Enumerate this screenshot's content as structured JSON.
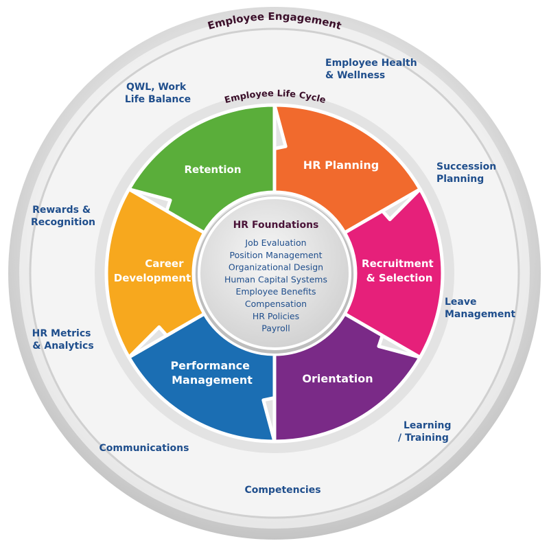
{
  "outer_ring": {
    "title": "Employee Engagement"
  },
  "inner_ring": {
    "title": "Employee Life Cycle"
  },
  "outer_labels": {
    "health": [
      "Employee Health",
      "& Wellness"
    ],
    "qwl": [
      "QWL, Work",
      "Life Balance"
    ],
    "succession": [
      "Succession",
      "Planning"
    ],
    "rewards": [
      "Rewards &",
      "Recognition"
    ],
    "leave": [
      "Leave",
      "Management"
    ],
    "metrics": [
      "HR Metrics",
      "& Analytics"
    ],
    "learning": [
      "Learning",
      "/ Training"
    ],
    "communications": [
      "Communications"
    ],
    "competencies": [
      "Competencies"
    ]
  },
  "segments": {
    "retention": [
      "Retention"
    ],
    "hr_planning": [
      "HR Planning"
    ],
    "career": [
      "Career",
      "Development"
    ],
    "recruitment": [
      "Recruitment",
      "& Selection"
    ],
    "performance": [
      "Performance",
      "Management"
    ],
    "orientation": [
      "Orientation"
    ]
  },
  "center": {
    "title": "HR Foundations",
    "items": [
      "Job Evaluation",
      "Position Management",
      "Organizational Design",
      "Human Capital Systems",
      "Employee Benefits",
      "Compensation",
      "HR Policies",
      "Payroll"
    ]
  },
  "colors": {
    "retention": "#5aae3a",
    "hr_planning": "#f16a2d",
    "recruitment": "#e6207a",
    "orientation": "#7a2a87",
    "performance": "#1b6eb3",
    "career": "#f7a81e"
  }
}
